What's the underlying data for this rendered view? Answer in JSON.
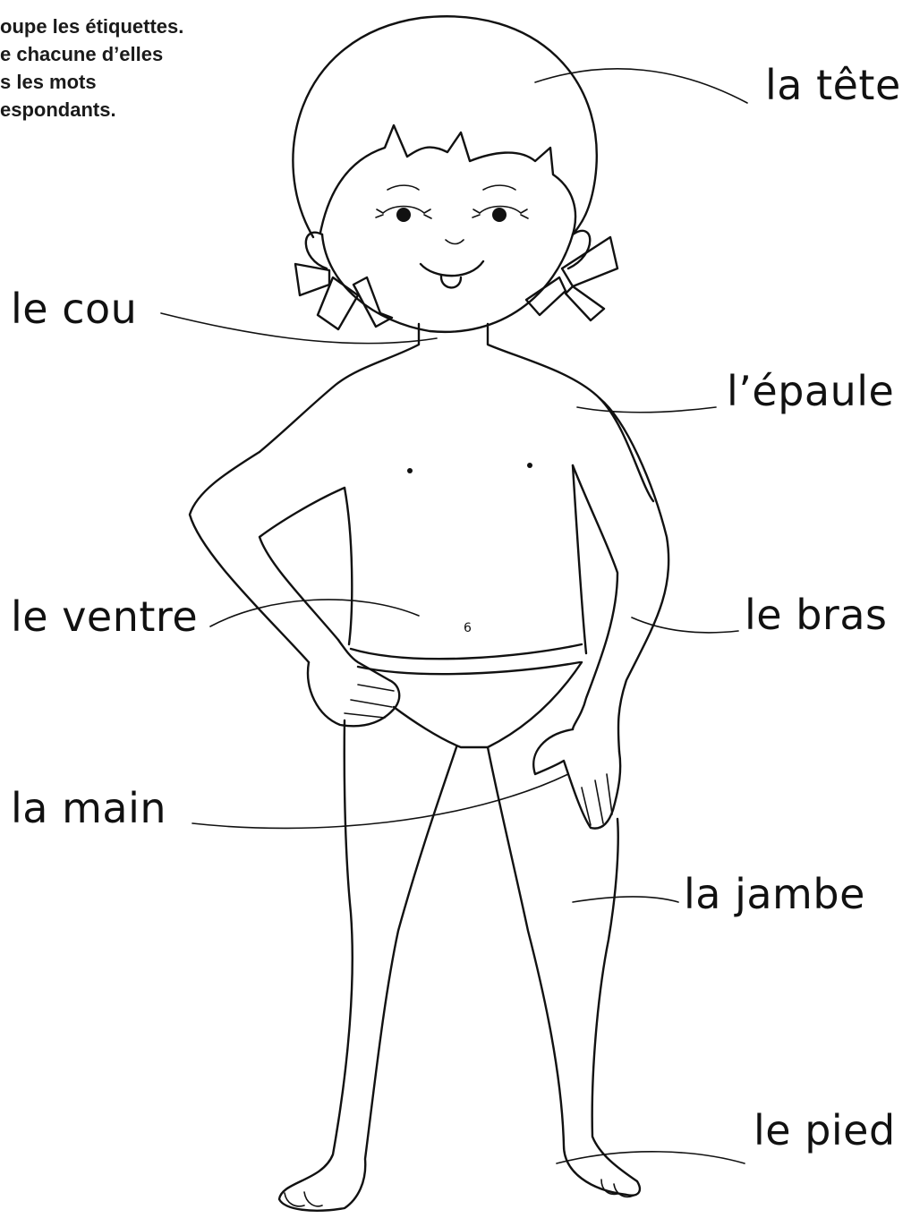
{
  "instructions": {
    "line1": "oupe les étiquettes.",
    "line2": "e chacune d’elles",
    "line3": "s les mots",
    "line4": "espondants."
  },
  "labels": {
    "tete": "la tête",
    "cou": "le cou",
    "epaule": "l’épaule",
    "ventre": "le ventre",
    "bras": "le bras",
    "main": "la main",
    "jambe": "la jambe",
    "pied": "le pied"
  },
  "navel_mark": "6",
  "colors": {
    "ink": "#111111",
    "paper": "#ffffff"
  }
}
